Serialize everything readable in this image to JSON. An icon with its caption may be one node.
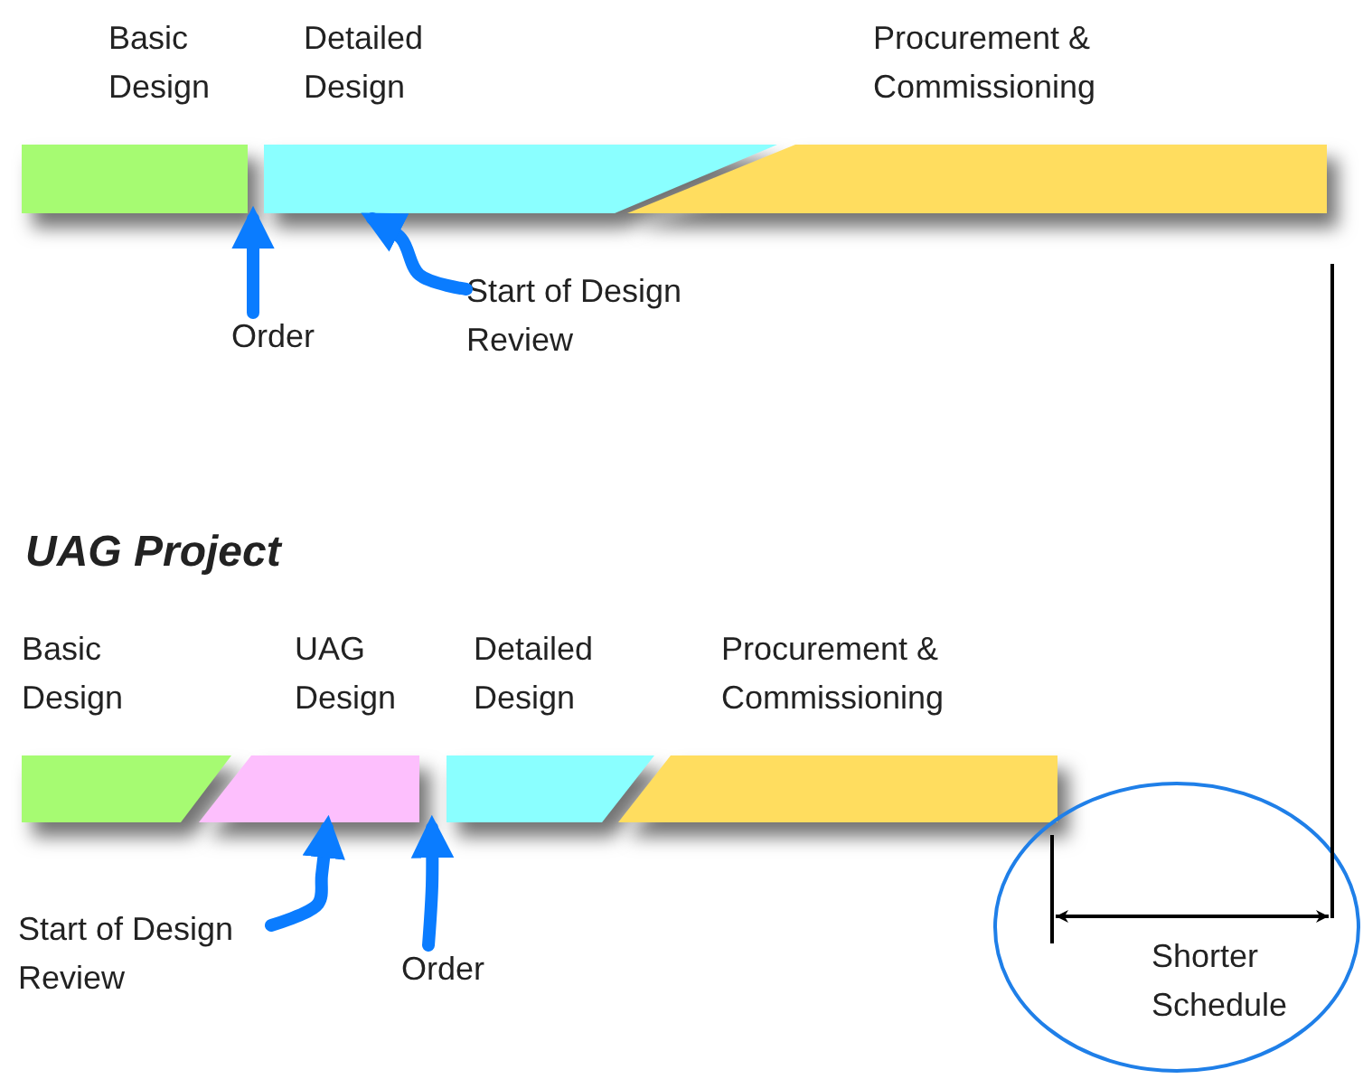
{
  "diagram": {
    "nodes": [
      {
        "text": [
          "Basic Design"
        ]
      },
      {
        "text": [
          "Detailed Design"
        ]
      },
      {
        "text": [
          "Procurement & Commissioning"
        ]
      },
      {
        "text": [
          "Order"
        ]
      },
      {
        "text": [
          "Start of Design Review"
        ]
      },
      {
        "text": [
          "Basic Design"
        ]
      },
      {
        "text": [
          "UAG Design"
        ]
      },
      {
        "text": [
          "Detailed Design"
        ]
      },
      {
        "text": [
          "Procurement & Commissioning"
        ]
      },
      {
        "text": [
          "Start of Design Review"
        ]
      },
      {
        "text": [
          "Order"
        ]
      },
      {
        "text": [
          "Shorter Schedule"
        ]
      }
    ],
    "edges": [
      {
        "from": 3,
        "to": 0,
        "arrow": "to"
      },
      {
        "from": 4,
        "to": 1,
        "arrow": "to"
      },
      {
        "from": 9,
        "to": 6,
        "arrow": "to"
      },
      {
        "from": 10,
        "to": 7,
        "arrow": "to"
      }
    ],
    "labels": [
      "UAG Project"
    ]
  }
}
